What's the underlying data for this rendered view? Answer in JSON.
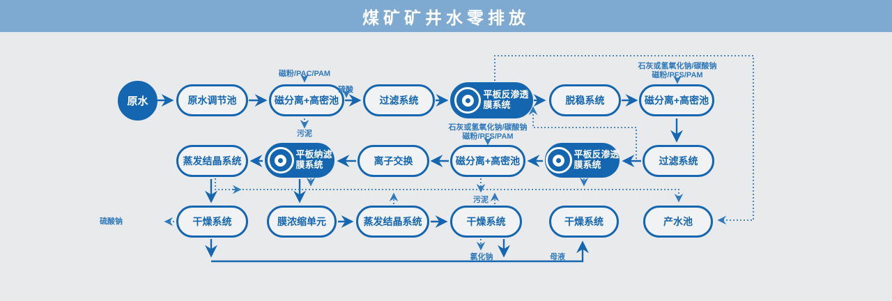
{
  "title": "煤矿矿井水零排放",
  "colors": {
    "header_bar": "#7ea9d0",
    "primary_blue": "#1566b0",
    "dotted_blue": "#3a82c4",
    "background": "#e9eaeb"
  },
  "nodes": {
    "raw_water": {
      "label": "原水"
    },
    "regulating_tank": {
      "label": "原水调节池"
    },
    "magsep_1": {
      "label": "磁分离+高密池"
    },
    "filter_1": {
      "label": "过滤系统"
    },
    "ro_1": {
      "label_line1": "平板反渗透",
      "label_line2": "膜系统"
    },
    "destabilization": {
      "label": "脱稳系统"
    },
    "magsep_2": {
      "label": "磁分离+高密池"
    },
    "filter_2": {
      "label": "过滤系统"
    },
    "ro_2": {
      "label_line1": "平板反渗透",
      "label_line2": "膜系统"
    },
    "magsep_3": {
      "label": "磁分离+高密池"
    },
    "ion_exchange": {
      "label": "离子交换"
    },
    "nf": {
      "label_line1": "平板纳滤",
      "label_line2": "膜系统"
    },
    "evaporator_1": {
      "label": "蒸发结晶系统"
    },
    "dryer_1": {
      "label": "干燥系统"
    },
    "membrane_concentrator": {
      "label": "膜浓缩单元"
    },
    "evaporator_2": {
      "label": "蒸发结晶系统"
    },
    "dryer_2": {
      "label": "干燥系统"
    },
    "dryer_3": {
      "label": "干燥系统"
    },
    "product_water_pool": {
      "label": "产水池"
    }
  },
  "annotations": {
    "dosing_1": "磁粉/PAC/PAM",
    "acid": "硫酸",
    "sludge_1": "污泥",
    "dosing_2_line1": "石灰或氢氧化钠/碳酸钠",
    "dosing_2_line2": "磁粉/PFS/PAM",
    "dosing_3_line1": "石灰或氢氧化钠/碳酸钠",
    "dosing_3_line2": "磁粉/PFS/PAM",
    "sludge_2": "污泥",
    "sodium_sulfate": "硫酸钠",
    "sodium_chloride": "氯化钠",
    "mother_liquor": "母液"
  }
}
